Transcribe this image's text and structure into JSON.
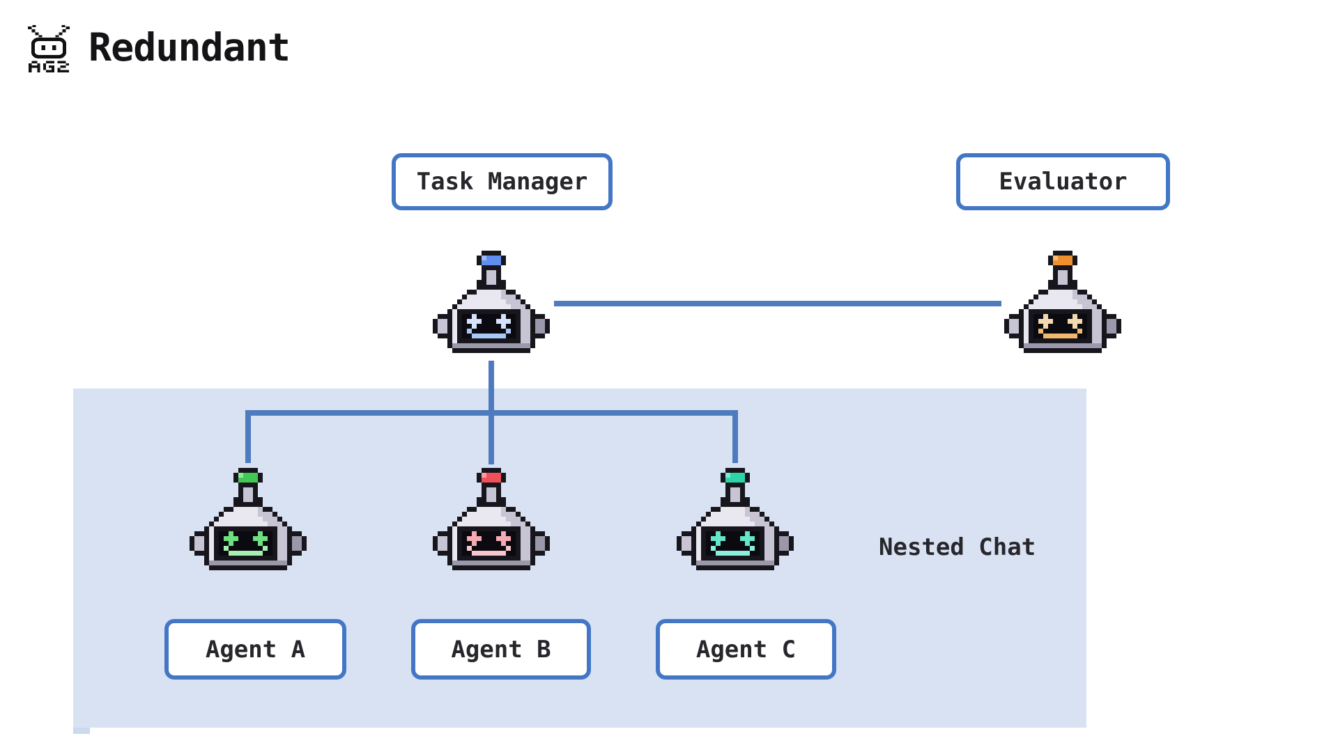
{
  "header": {
    "logo_text": "AG2",
    "title": "Redundant"
  },
  "diagram": {
    "colors": {
      "box_border": "#4377c6",
      "connector": "#4e7abe",
      "nested_bg": "#d9e2f3",
      "label_text": "#26262b",
      "title_text": "#141417"
    },
    "nodes": {
      "task_manager": {
        "label": "Task Manager"
      },
      "evaluator": {
        "label": "Evaluator"
      },
      "agent_a": {
        "label": "Agent A"
      },
      "agent_b": {
        "label": "Agent B"
      },
      "agent_c": {
        "label": "Agent C"
      }
    },
    "nested_chat_label": "Nested Chat",
    "robots": {
      "task_manager": {
        "name": "task-manager-robot",
        "ball": "#5f8df0",
        "ball_highlight": "#9db9f7",
        "eye": "#d5e4fc",
        "smile": "#a9c9f8"
      },
      "evaluator": {
        "name": "evaluator-robot",
        "ball": "#ef8f2e",
        "ball_highlight": "#f6bf7e",
        "eye": "#f5d9ae",
        "smile": "#f0b96e"
      },
      "agent_a": {
        "name": "agent-a-robot",
        "ball": "#42c854",
        "ball_highlight": "#8deb97",
        "eye": "#6ee07e",
        "smile": "#a5f0ae"
      },
      "agent_b": {
        "name": "agent-b-robot",
        "ball": "#f14f5a",
        "ball_highlight": "#f79ca4",
        "eye": "#f5aab2",
        "smile": "#f8c6cc"
      },
      "agent_c": {
        "name": "agent-c-robot",
        "ball": "#2ed3a8",
        "ball_highlight": "#7fe9d4",
        "eye": "#63e6c9",
        "smile": "#8deedd"
      }
    }
  }
}
